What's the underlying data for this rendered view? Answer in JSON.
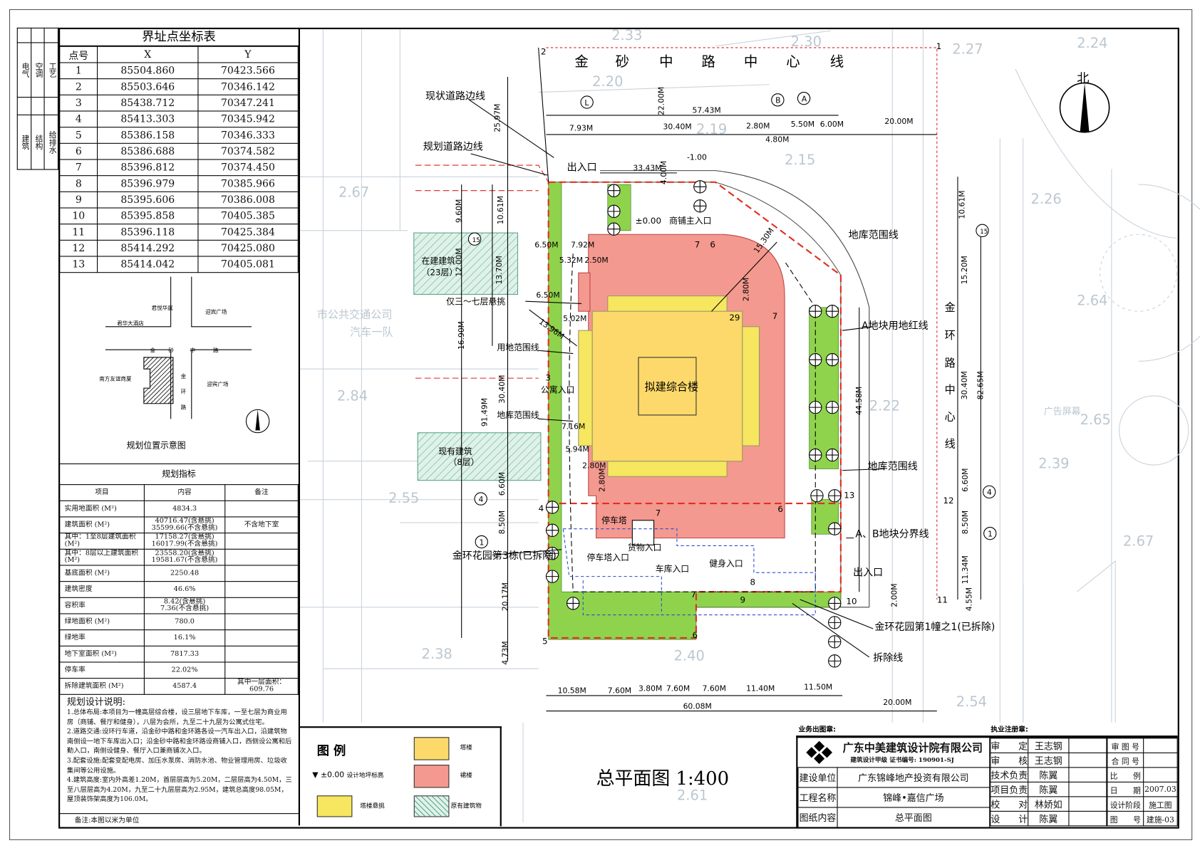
{
  "side_strip": {
    "labels": [
      "电气",
      "空调",
      "工艺",
      "建筑",
      "结构",
      "给排水"
    ]
  },
  "coord_table": {
    "title": "界址点坐标表",
    "headers": [
      "点号",
      "X",
      "Y"
    ],
    "rows": [
      [
        "1",
        "85504.860",
        "70423.566"
      ],
      [
        "2",
        "85503.646",
        "70346.142"
      ],
      [
        "3",
        "85438.712",
        "70347.241"
      ],
      [
        "4",
        "85413.303",
        "70345.942"
      ],
      [
        "5",
        "85386.158",
        "70346.333"
      ],
      [
        "6",
        "85386.688",
        "70374.582"
      ],
      [
        "7",
        "85396.812",
        "70374.450"
      ],
      [
        "8",
        "85396.979",
        "70385.966"
      ],
      [
        "9",
        "85395.606",
        "70386.008"
      ],
      [
        "10",
        "85395.858",
        "70405.385"
      ],
      [
        "11",
        "85396.118",
        "70425.384"
      ],
      [
        "12",
        "85414.292",
        "70425.080"
      ],
      [
        "13",
        "85414.042",
        "70405.081"
      ]
    ]
  },
  "location_sketch": {
    "title": "规划位置示意图",
    "labels": [
      "君悦华庭",
      "迎宾广场",
      "君华大酒店",
      "金",
      "砂",
      "中",
      "路",
      "南方友谊商厦",
      "迎宾广场",
      "金",
      "环",
      "路"
    ]
  },
  "indicators": {
    "title": "规划指标",
    "headers": [
      "项目",
      "内容",
      "备注"
    ],
    "rows": [
      [
        "实用地面积 (M²)",
        "4834.3",
        ""
      ],
      [
        "建筑面积 (M²)",
        "40716.47(含悬挑)\n35599.66(不含悬挑)",
        "不含地下室"
      ],
      [
        "其中：1至8层建筑面积 (M²)",
        "17158.27(含悬挑)\n16017.99(不含悬挑)",
        ""
      ],
      [
        "其中：8层以上建筑面积(M²)",
        "23558.20(含悬挑)\n19581.67(不含悬挑)",
        ""
      ],
      [
        "基底面积 (M²)",
        "2250.48",
        ""
      ],
      [
        "建筑密度",
        "46.6%",
        ""
      ],
      [
        "容积率",
        "8.42(含悬挑)\n7.36(不含悬挑)",
        ""
      ],
      [
        "绿地面积 (M²)",
        "780.0",
        ""
      ],
      [
        "绿地率",
        "16.1%",
        ""
      ],
      [
        "地下室面积 (M²)",
        "7817.33",
        ""
      ],
      [
        "停车率",
        "22.02%",
        ""
      ],
      [
        "拆除建筑面积 (M²)",
        "4587.4",
        "其中一层面积：609.76"
      ]
    ]
  },
  "notes": {
    "title": "规划设计说明:",
    "items": [
      "1.总体布局:本项目为一幢高层综合楼，设三层地下车库，一至七层为商业用房（商铺、餐厅和健身），八层为会所，九至二十九层为公寓式住宅。",
      "2.道路交通:设环行车道，沿金砂中路和金环路各设一汽车出入口，沿建筑物南侧设一地下车库出入口；沿金砂中路和金环路设商铺入口，西侧设公寓和后勤入口，南侧设健身、餐厅入口兼商铺次入口。",
      "3.配套设施:配套变配电房、加压水泵房、消防水池、物业管理用房、垃圾收集间等公用设施。",
      "4.建筑高度:室内外高差1.20M，首层层高为5.20M，二层层高为4.50M，三至八层层高为4.20M，九至二十九层层高为2.95M，建筑总高度98.05M，屋顶装饰架高度为106.0M。"
    ],
    "remark": "备注:本图以米为单位"
  },
  "legend": {
    "title": "图 例",
    "items": [
      {
        "label": "塔楼",
        "color": "#fcd96a"
      },
      {
        "label": "裙楼",
        "color": "#f4998f"
      },
      {
        "label": "塔楼悬挑",
        "color": "#f6e660"
      },
      {
        "label": "原有建筑物",
        "color": "#d7efe4"
      }
    ],
    "elevation_symbol": "±0.00",
    "elevation_label": "设计地坪标高"
  },
  "drawing_title": "总平面图 1:400",
  "plan": {
    "labels": [
      "57.43M",
      "7.93M",
      "30.40M",
      "2.80M",
      "5.50M",
      "6.00M",
      "20.00M",
      "4.80M",
      "33.43M",
      "-1.00",
      "22.00M",
      "25.97M",
      "4.00M",
      "9.60M",
      "10.61M",
      "6.50M",
      "7.92M",
      "5.32M",
      "2.50M",
      "12.00M",
      "13.70M",
      "6.50M",
      "5.02M",
      "13.96M",
      "16.90M",
      "2.80M",
      "15.30M",
      "30.40M",
      "91.49M",
      "7.16M",
      "5.94M",
      "2.80M",
      "2.80M",
      "6.60M",
      "8.50M",
      "20.17M",
      "4.73M",
      "10.61M",
      "15.20M",
      "44.58M",
      "30.40M",
      "82.65M",
      "6.60M",
      "8.50M",
      "11.34M",
      "4.55M",
      "2.00M",
      "10.58M",
      "7.60M",
      "3.80M",
      "7.60M",
      "7.60M",
      "11.40M",
      "11.50M",
      "60.08M",
      "20.00M",
      "现状道路边线",
      "规划道路边线",
      "出入口",
      "±0.00",
      "商铺主入口",
      "地库范围线",
      "在建建筑",
      "（23层）",
      "仅三～七层悬挑",
      "A地块用地红线",
      "用地范围线",
      "公寓入口",
      "拟建综合楼",
      "地库范围线",
      "现有建筑",
      "（8层）",
      "地库范围线",
      "停车塔",
      "货物入口",
      "停车塔入口",
      "车库入口",
      "健身入口",
      "金环花园第3栋(已拆除)",
      "出入口",
      "A、B地块分界线",
      "金环花园第1幢之1(已拆除)",
      "拆除线",
      "金",
      "砂",
      "中",
      "路",
      "中",
      "心",
      "线",
      "金",
      "环",
      "路",
      "中",
      "心",
      "线",
      "北",
      "1",
      "2",
      "3",
      "4",
      "5",
      "6",
      "7",
      "8",
      "9",
      "10",
      "11",
      "12",
      "13",
      "7",
      "6",
      "29",
      "7",
      "7",
      "6",
      "L",
      "B",
      "A",
      "15",
      "15",
      "4",
      "4",
      "1",
      "1",
      "2.33",
      "2.30",
      "2.27",
      "2.24",
      "2.20",
      "2.19",
      "2.15",
      "2.67",
      "2.26",
      "2.64",
      "2.84",
      "2.22",
      "2.65",
      "2.39",
      "2.55",
      "2.67",
      "2.38",
      "2.40",
      "2.54",
      "2.61",
      "市公共交通公司",
      "汽车一队",
      "广告屏幕"
    ]
  },
  "title_block": {
    "stamp1": "业务出图章:",
    "stamp2": "执业注册章:",
    "company": "广东中美建筑设计院有限公司",
    "cert": "建筑设计甲级  证书编号: 190901-SJ",
    "rows": [
      [
        "建设单位",
        "广东锦峰地产投资有限公司"
      ],
      [
        "工程名称",
        "锦峰•嘉信广场"
      ],
      [
        "图纸内容",
        "总平面图"
      ]
    ],
    "signers": [
      [
        "审　　定",
        "王志钢"
      ],
      [
        "审　　核",
        "王志钢"
      ],
      [
        "技术负责",
        "陈翼"
      ],
      [
        "项目负责",
        "陈翼"
      ],
      [
        "校　　对",
        "林娇如"
      ],
      [
        "设　　计",
        "陈翼"
      ]
    ],
    "info": [
      [
        "审 图 号",
        ""
      ],
      [
        "合 同 号",
        ""
      ],
      [
        "比　　例",
        ""
      ],
      [
        "日　　期",
        "2007.03"
      ],
      [
        "设计阶段",
        "施工图"
      ],
      [
        "图　　号",
        "建施-03"
      ]
    ]
  }
}
